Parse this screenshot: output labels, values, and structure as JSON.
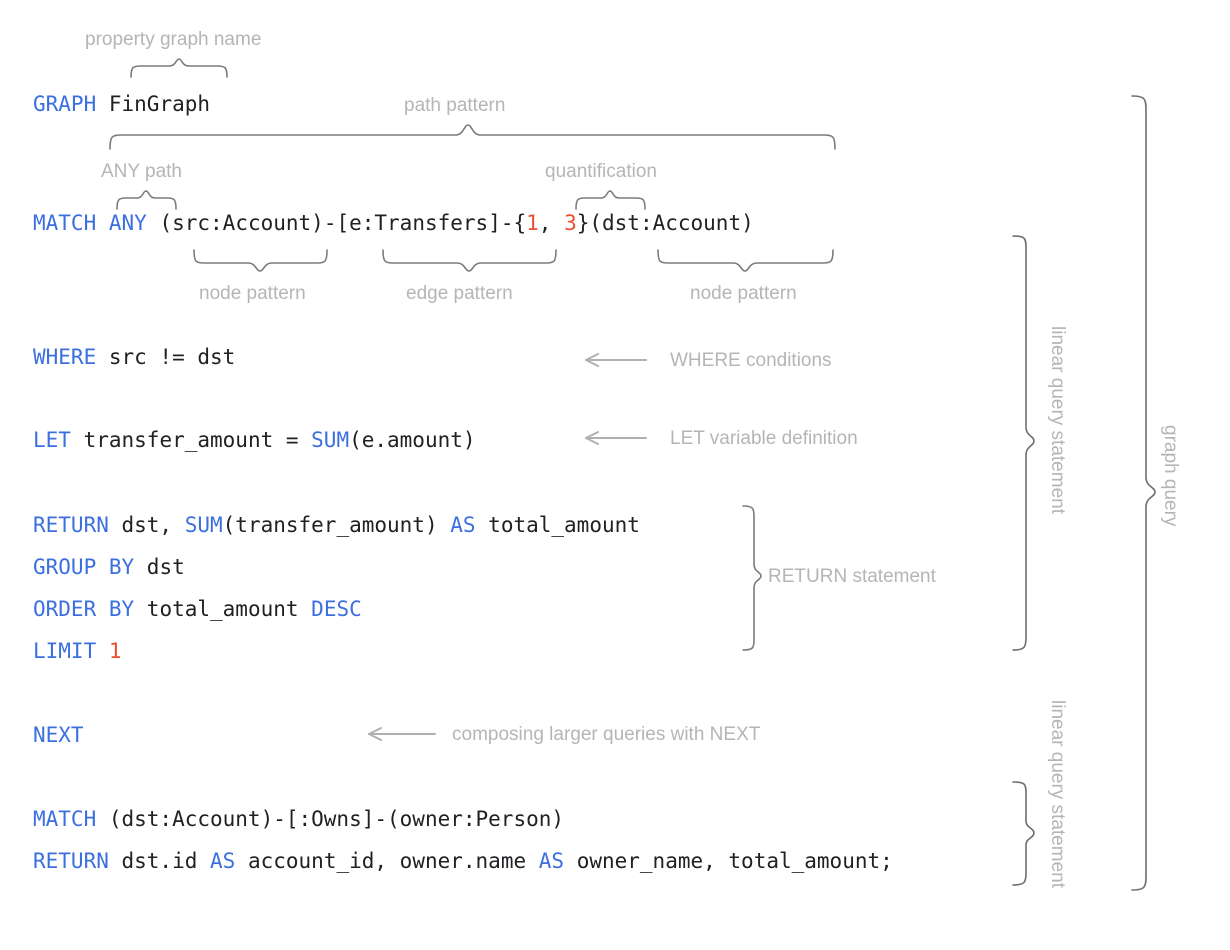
{
  "meta": {
    "title": "GQL graph query anatomy",
    "background": "#ffffff",
    "keyword_color": "#3b6fe0",
    "literal_color": "#e8512f",
    "plain_color": "#202124",
    "annotation_color": "#b5b5b5",
    "brace_color": "#7b7b7b"
  },
  "code": {
    "lines": [
      {
        "id": "graph",
        "tokens": [
          {
            "t": "GRAPH",
            "k": "kw"
          },
          {
            "t": " ",
            "k": "pl"
          },
          {
            "t": "FinGraph",
            "k": "pl"
          }
        ]
      },
      {
        "id": "match1",
        "tokens": [
          {
            "t": "MATCH",
            "k": "kw"
          },
          {
            "t": " ",
            "k": "pl"
          },
          {
            "t": "ANY",
            "k": "kw"
          },
          {
            "t": " ",
            "k": "pl"
          },
          {
            "t": "(src:Account)-[e:Transfers]-{",
            "k": "pl"
          },
          {
            "t": "1",
            "k": "num"
          },
          {
            "t": ", ",
            "k": "pl"
          },
          {
            "t": "3",
            "k": "num"
          },
          {
            "t": "}(dst:Account)",
            "k": "pl"
          }
        ]
      },
      {
        "id": "where",
        "tokens": [
          {
            "t": "WHERE",
            "k": "kw"
          },
          {
            "t": " src != dst",
            "k": "pl"
          }
        ]
      },
      {
        "id": "let",
        "tokens": [
          {
            "t": "LET",
            "k": "kw"
          },
          {
            "t": " transfer_amount = ",
            "k": "pl"
          },
          {
            "t": "SUM",
            "k": "kw"
          },
          {
            "t": "(e.amount)",
            "k": "pl"
          }
        ]
      },
      {
        "id": "return1",
        "tokens": [
          {
            "t": "RETURN",
            "k": "kw"
          },
          {
            "t": " dst, ",
            "k": "pl"
          },
          {
            "t": "SUM",
            "k": "kw"
          },
          {
            "t": "(transfer_amount) ",
            "k": "pl"
          },
          {
            "t": "AS",
            "k": "kw"
          },
          {
            "t": " total_amount",
            "k": "pl"
          }
        ]
      },
      {
        "id": "groupby",
        "tokens": [
          {
            "t": "GROUP BY",
            "k": "kw"
          },
          {
            "t": " dst",
            "k": "pl"
          }
        ]
      },
      {
        "id": "orderby",
        "tokens": [
          {
            "t": "ORDER BY",
            "k": "kw"
          },
          {
            "t": " total_amount ",
            "k": "pl"
          },
          {
            "t": "DESC",
            "k": "kw"
          }
        ]
      },
      {
        "id": "limit",
        "tokens": [
          {
            "t": "LIMIT",
            "k": "kw"
          },
          {
            "t": " ",
            "k": "pl"
          },
          {
            "t": "1",
            "k": "num"
          }
        ]
      },
      {
        "id": "next",
        "tokens": [
          {
            "t": "NEXT",
            "k": "kw"
          }
        ]
      },
      {
        "id": "match2",
        "tokens": [
          {
            "t": "MATCH",
            "k": "kw"
          },
          {
            "t": " (dst:Account)-[:Owns]-(owner:Person)",
            "k": "pl"
          }
        ]
      },
      {
        "id": "return2",
        "tokens": [
          {
            "t": "RETURN",
            "k": "kw"
          },
          {
            "t": " dst.id ",
            "k": "pl"
          },
          {
            "t": "AS",
            "k": "kw"
          },
          {
            "t": " account_id, owner.name ",
            "k": "pl"
          },
          {
            "t": "AS",
            "k": "kw"
          },
          {
            "t": " owner_name, total_amount;",
            "k": "pl"
          }
        ]
      }
    ],
    "plain_text": [
      "GRAPH FinGraph",
      "MATCH ANY (src:Account)-[e:Transfers]-{1, 3}(dst:Account)",
      "WHERE src != dst",
      "LET transfer_amount = SUM(e.amount)",
      "RETURN dst, SUM(transfer_amount) AS total_amount",
      "GROUP BY dst",
      "ORDER BY total_amount DESC",
      "LIMIT 1",
      "NEXT",
      "MATCH (dst:Account)-[:Owns]-(owner:Person)",
      "RETURN dst.id AS account_id, owner.name AS owner_name, total_amount;"
    ]
  },
  "annotations": {
    "property_graph_name": "property graph name",
    "path_pattern": "path pattern",
    "any_path": "ANY path",
    "quantification": "quantification",
    "node_pattern_left": "node pattern",
    "edge_pattern": "edge pattern",
    "node_pattern_right": "node pattern",
    "where_conditions": "WHERE conditions",
    "let_variable_definition": "LET variable definition",
    "return_statement": "RETURN statement",
    "composing_with_next": "composing larger queries with NEXT",
    "linear_query_statement_1": "linear query statement",
    "linear_query_statement_2": "linear query statement",
    "graph_query": "graph query"
  }
}
